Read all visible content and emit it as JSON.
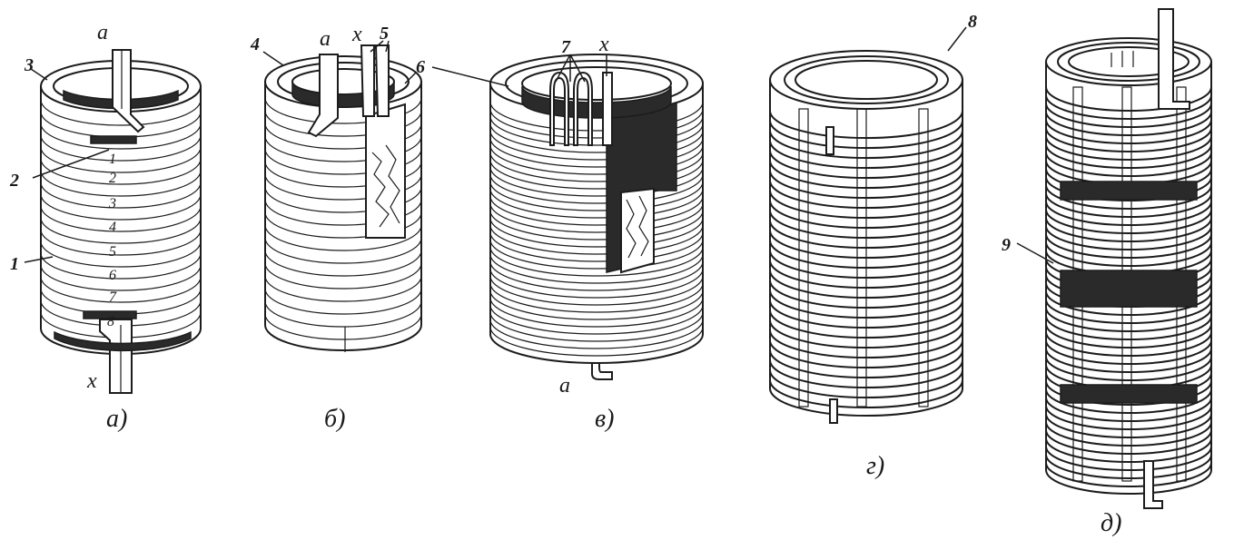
{
  "figure": {
    "panel_a": {
      "terminal_start": "a",
      "terminal_end": "x",
      "caption": "а)",
      "callouts": [
        "3",
        "2",
        "1"
      ],
      "turn_numbers": [
        "1",
        "2",
        "3",
        "4",
        "5",
        "6",
        "7",
        "8"
      ]
    },
    "panel_b": {
      "terminal_start": "a",
      "terminal_end": "x",
      "caption": "б)",
      "callouts": [
        "4",
        "5",
        "6"
      ]
    },
    "panel_v": {
      "terminal_start": "a",
      "terminal_end": "x",
      "caption": "в)",
      "callouts": [
        "7"
      ]
    },
    "panel_g": {
      "caption": "г)",
      "callouts": [
        "8"
      ]
    },
    "panel_d": {
      "caption": "д)",
      "callouts": [
        "9"
      ]
    }
  }
}
